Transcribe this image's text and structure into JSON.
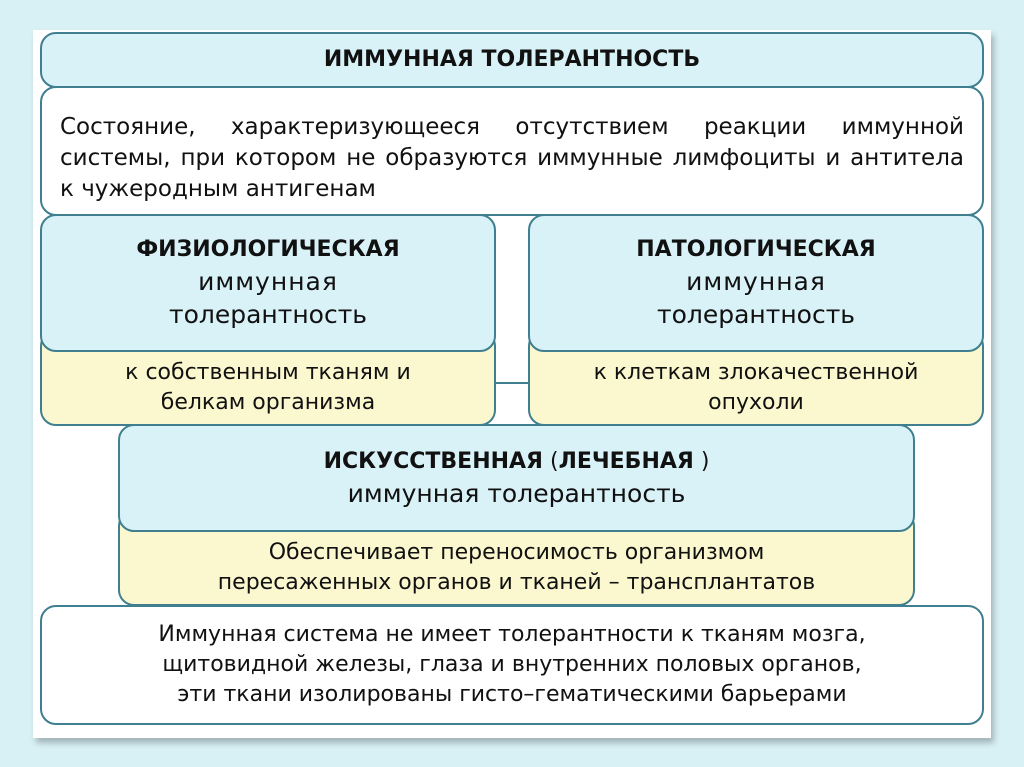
{
  "title": "ИММУННАЯ ТОЛЕРАНТНОСТЬ",
  "definition": "Состояние, характеризующееся отсутствием реакции иммунной системы, при котором не образуются иммунные лимфоциты и антитела к чужеродным антигенам",
  "physiological": {
    "heading": "ФИЗИОЛОГИЧЕСКАЯ",
    "line2": "иммунная",
    "line3": "толерантность",
    "target_line1": "к собственным тканям и",
    "target_line2": "белкам организма"
  },
  "pathological": {
    "heading": "ПАТОЛОГИЧЕСКАЯ",
    "line2": "иммунная",
    "line3": "толерантность",
    "target_line1": "к клеткам злокачественной",
    "target_line2": "опухоли"
  },
  "artificial": {
    "heading": "ИСКУССТВЕННАЯ",
    "paren_open": " (",
    "heading2": "ЛЕЧЕБНАЯ",
    "paren_close": " )",
    "line2": "иммунная толерантность",
    "desc_line1": "Обеспечивает переносимость организмом",
    "desc_line2": "пересаженных органов и тканей – трансплантатов"
  },
  "note": {
    "line1": "Иммунная система не имеет толерантности к тканям мозга,",
    "line2": "щитовидной железы, глаза и внутренних половых органов,",
    "line3": "эти ткани изолированы гисто–гематическими барьерами"
  },
  "colors": {
    "background": "#d8f1f5",
    "blue_box": "#d9f2f8",
    "yellow_box": "#fbf8cf",
    "border": "#3f7f8f"
  }
}
